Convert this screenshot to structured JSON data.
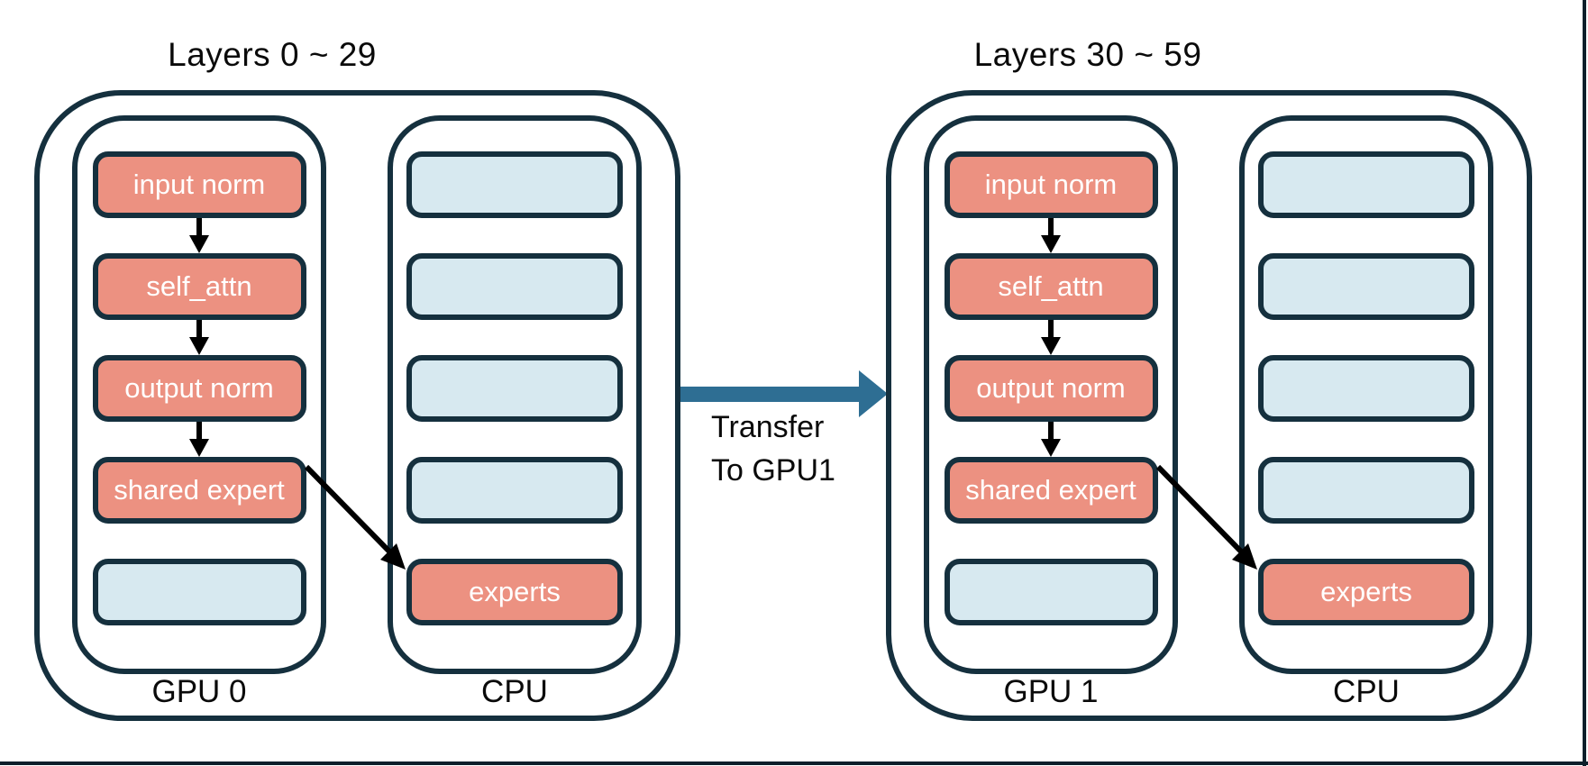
{
  "colors": {
    "box_salmon": "#ec9181",
    "box_light_blue": "#d7e9f0",
    "outline_navy": "#15303e",
    "transfer_arrow_blue": "#2e6e93",
    "flow_arrow_black": "#000000",
    "slide_edge_dark": "#0d1f2b",
    "box_text": "#ffffff",
    "label_text": "#0a0a0a"
  },
  "groups": [
    {
      "title": "Layers 0 ~ 29",
      "gpu": {
        "label": "GPU 0",
        "boxes": [
          {
            "label": "input norm",
            "type": "salmon"
          },
          {
            "label": "self_attn",
            "type": "salmon"
          },
          {
            "label": "output norm",
            "type": "salmon"
          },
          {
            "label": "shared expert",
            "type": "salmon"
          },
          {
            "label": "",
            "type": "blue"
          }
        ]
      },
      "cpu": {
        "label": "CPU",
        "boxes": [
          {
            "label": "",
            "type": "blue"
          },
          {
            "label": "",
            "type": "blue"
          },
          {
            "label": "",
            "type": "blue"
          },
          {
            "label": "",
            "type": "blue"
          },
          {
            "label": "experts",
            "type": "salmon"
          }
        ]
      }
    },
    {
      "title": "Layers 30 ~ 59",
      "gpu": {
        "label": "GPU 1",
        "boxes": [
          {
            "label": "input norm",
            "type": "salmon"
          },
          {
            "label": "self_attn",
            "type": "salmon"
          },
          {
            "label": "output norm",
            "type": "salmon"
          },
          {
            "label": "shared expert",
            "type": "salmon"
          },
          {
            "label": "",
            "type": "blue"
          }
        ]
      },
      "cpu": {
        "label": "CPU",
        "boxes": [
          {
            "label": "",
            "type": "blue"
          },
          {
            "label": "",
            "type": "blue"
          },
          {
            "label": "",
            "type": "blue"
          },
          {
            "label": "",
            "type": "blue"
          },
          {
            "label": "experts",
            "type": "salmon"
          }
        ]
      }
    }
  ],
  "transfer": {
    "line1": "Transfer",
    "line2": "To GPU1"
  }
}
